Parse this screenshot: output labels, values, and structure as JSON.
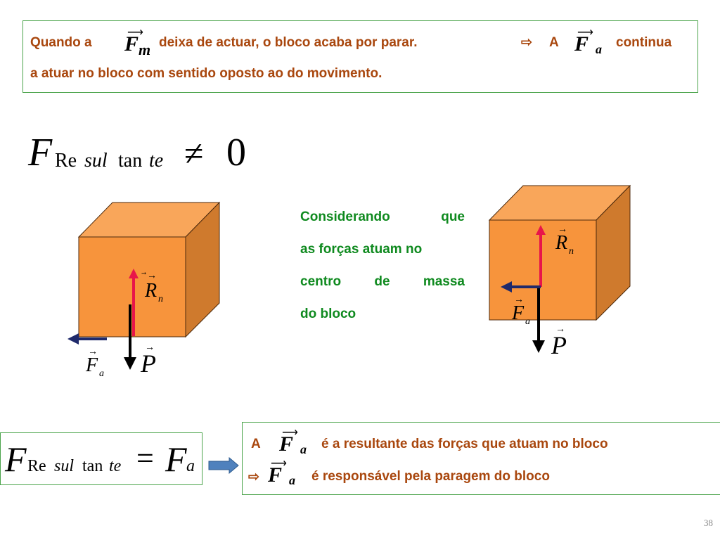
{
  "top_box": {
    "part1": "Quando a",
    "part2": "deixa  de actuar, o bloco acaba por parar.",
    "arrow": "⇨",
    "part3": "A",
    "part4": "continua",
    "line2": "a atuar  no bloco com sentido oposto ao do movimento.",
    "sym_fm": "F",
    "sym_fm_sub": "m",
    "sym_fa": "F",
    "sym_fa_sub": "a"
  },
  "equation1": {
    "F": "F",
    "sub_re": "Re",
    "sub_sul": "sul",
    "sub_tan": "tan",
    "sub_te": "te",
    "rel": "≠",
    "rhs": "0"
  },
  "left_cube": {
    "color_front": "#f7943c",
    "color_top": "#f9a65a",
    "color_side": "#cf7a2d",
    "label_rn": "R",
    "label_rn_sub": "n",
    "label_fa": "F",
    "label_fa_sub": "a",
    "label_p": "P"
  },
  "middle_text": {
    "line1a": "Considerando",
    "line1b": "que",
    "line2": "as forças atuam no",
    "line3a": "centro",
    "line3b": "de",
    "line3c": "massa",
    "line4": "do bloco"
  },
  "right_cube": {
    "label_rn": "R",
    "label_rn_sub": "n",
    "label_fa": "F",
    "label_fa_sub": "a",
    "label_p": "P"
  },
  "equation2": {
    "F": "F",
    "sub_re": "Re",
    "sub_sul": "sul",
    "sub_tan": "tan",
    "sub_te": "te",
    "rel": "=",
    "rhs": "F",
    "rhs_sub": "a"
  },
  "bottom_box": {
    "line1_a": "A",
    "line1_b": "é a resultante das forças que atuam no bloco",
    "line2_arrow": "⇨",
    "line2_b": "é responsável pela paragem do bloco",
    "sym": "F",
    "sym_sub": "a"
  },
  "page_number": "38",
  "colors": {
    "box_border": "#4aa34a",
    "brown_text": "#a9470e",
    "green_text": "#0f8a1f",
    "rn_arrow": "#e8154a",
    "fa_arrow": "#1f2a6b",
    "p_arrow": "#000000",
    "block_arrow": "#4f81bd"
  }
}
